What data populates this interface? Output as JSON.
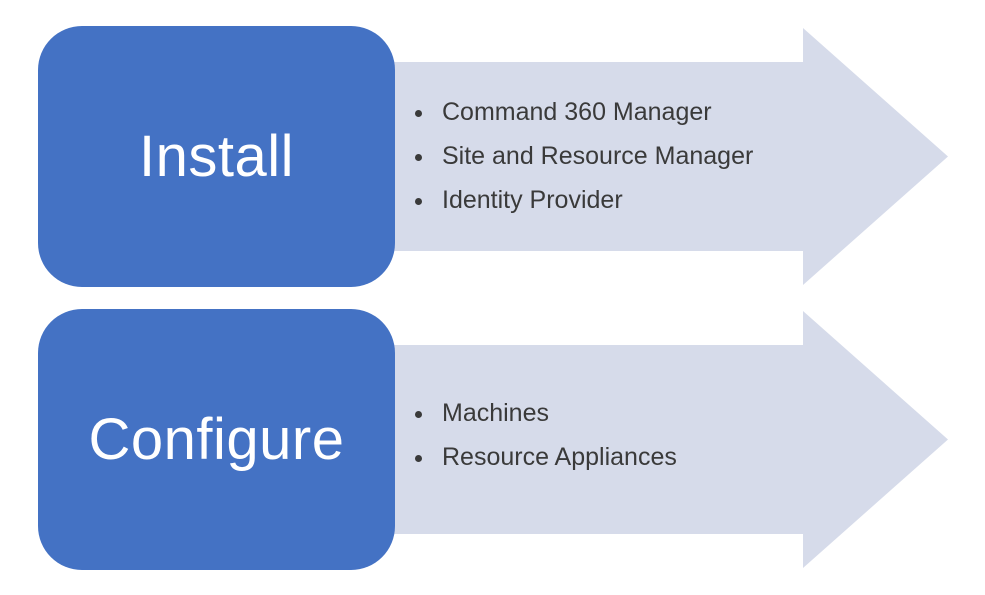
{
  "diagram": {
    "colors": {
      "box_fill": "#4472C4",
      "box_text": "#FFFFFF",
      "arrow_fill": "#D6DBEA",
      "bullet_text": "#3A3A3A",
      "background": "#FFFFFF"
    },
    "rows": [
      {
        "label": "Install",
        "items": [
          "Command 360 Manager",
          "Site and Resource Manager",
          "Identity Provider"
        ]
      },
      {
        "label": "Configure",
        "items": [
          "Machines",
          "Resource Appliances"
        ]
      }
    ]
  }
}
